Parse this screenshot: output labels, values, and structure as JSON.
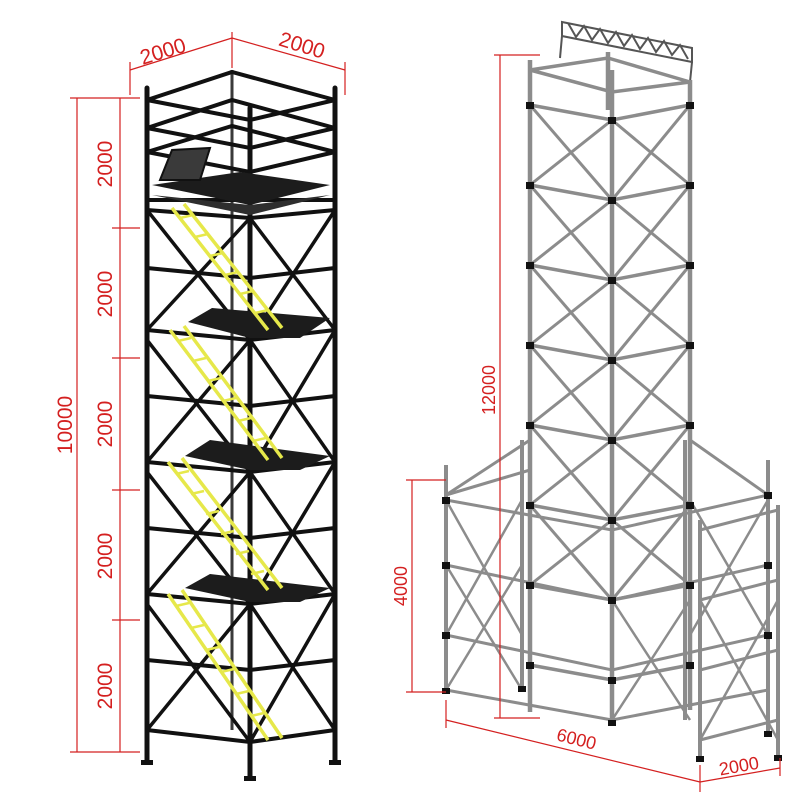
{
  "colors": {
    "dimension": "#d42020",
    "steel_dark": "#111111",
    "steel_grey": "#8c8c8c",
    "ladder": "#e6e84a",
    "platform": "#1c1c1c",
    "background": "#ffffff"
  },
  "left_tower": {
    "dimensions": {
      "width_a": "2000",
      "width_b": "2000",
      "total_height": "10000",
      "lift_heights": [
        "2000",
        "2000",
        "2000",
        "2000",
        "2000"
      ]
    }
  },
  "right_tower": {
    "dimensions": {
      "tower_height": "12000",
      "base_height": "4000",
      "base_length": "6000",
      "base_width": "2000"
    }
  }
}
